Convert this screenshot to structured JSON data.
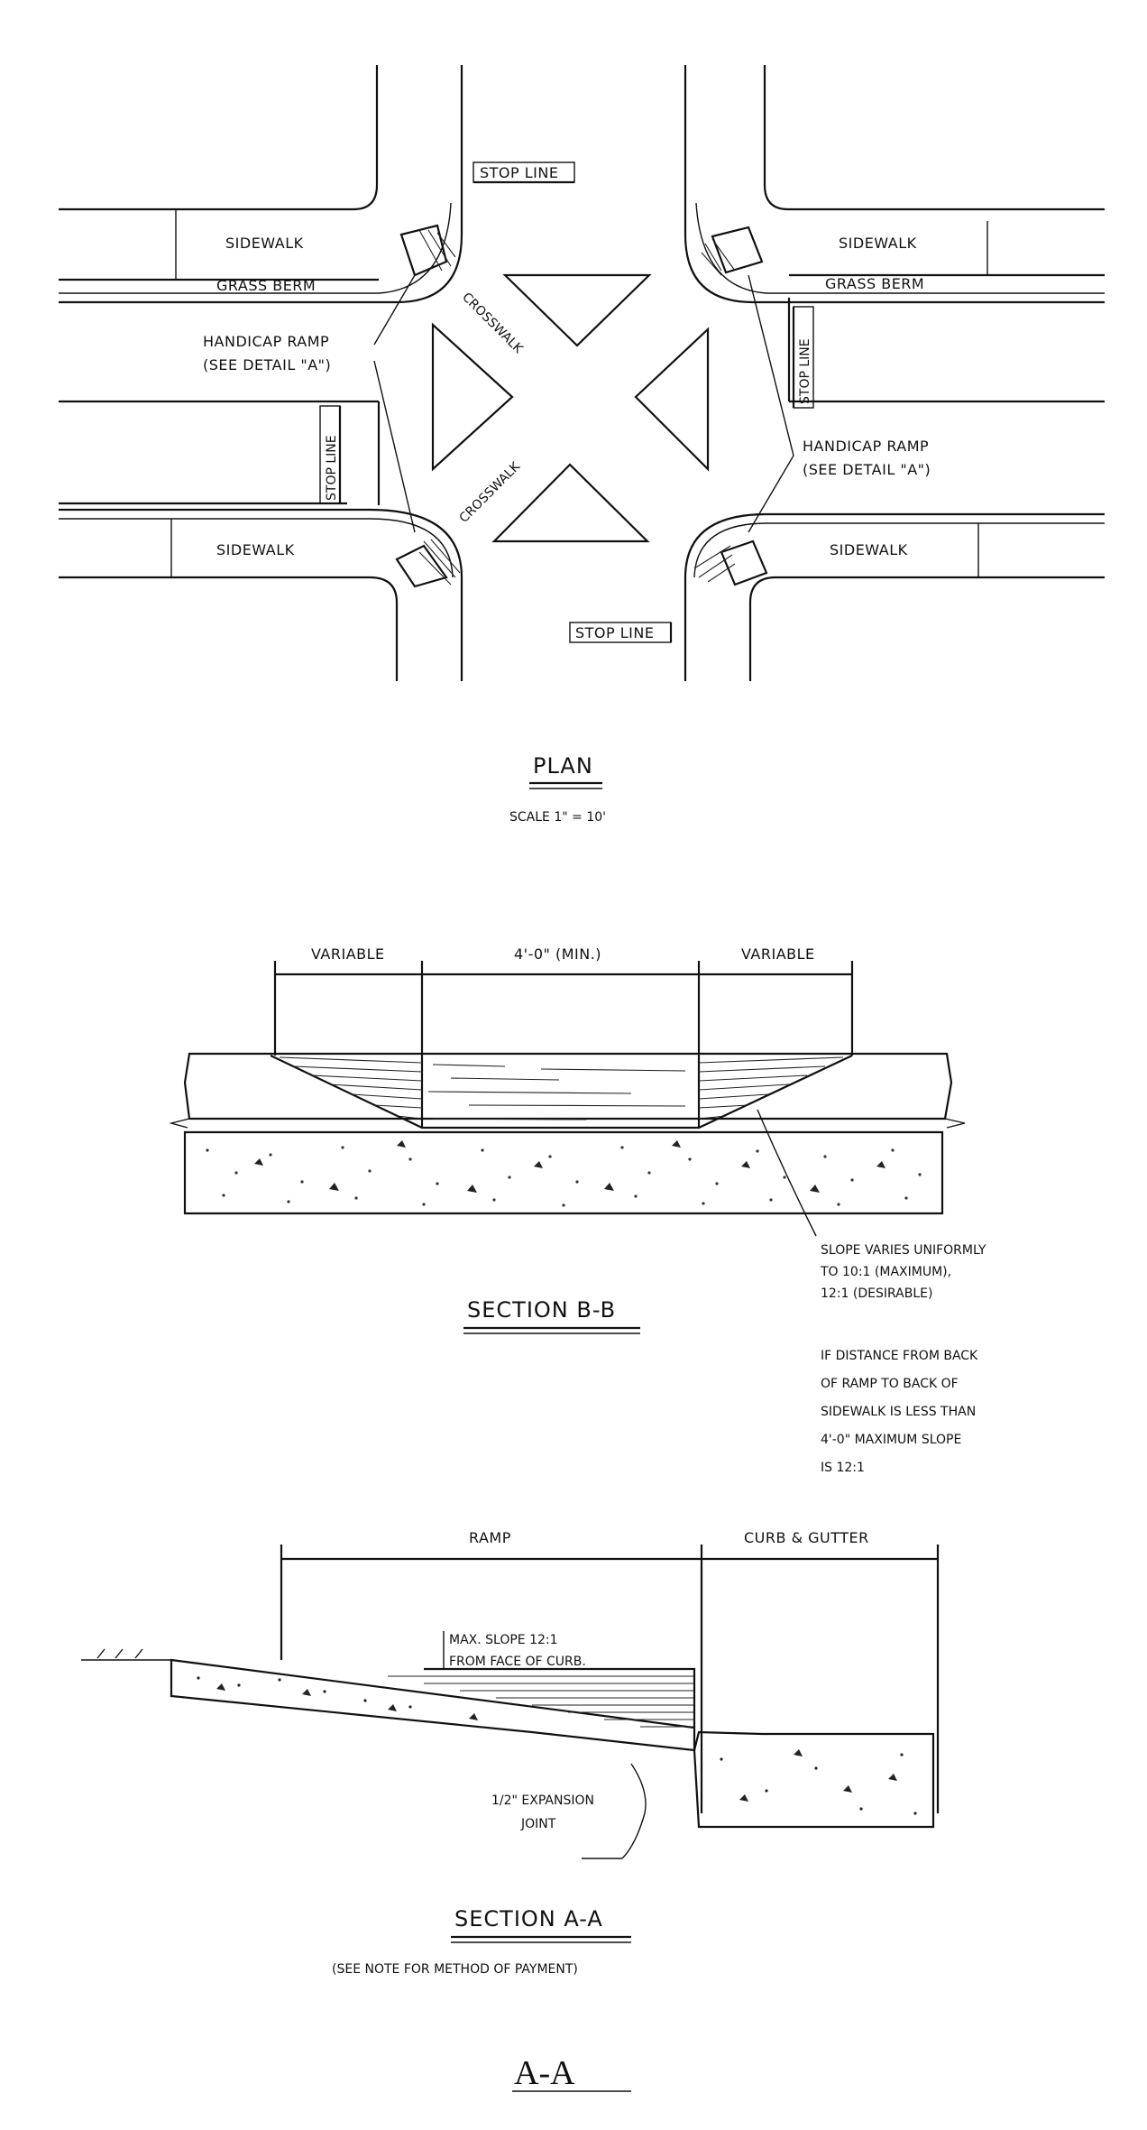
{
  "plan": {
    "title": "PLAN",
    "scale": "SCALE 1\" = 10'",
    "labels": {
      "stop_line_top": "STOP LINE",
      "stop_line_bottom": "STOP LINE",
      "stop_line_right": "STOP LINE",
      "stop_line_left": "STOP LINE",
      "sidewalk_nw": "SIDEWALK",
      "sidewalk_ne": "SIDEWALK",
      "sidewalk_sw": "SIDEWALK",
      "sidewalk_se": "SIDEWALK",
      "grass_berm_nw": "GRASS BERM",
      "grass_berm_ne": "GRASS BERM",
      "crosswalk_upper": "CROSSWALK",
      "crosswalk_lower": "CROSSWALK",
      "handicap_ramp_left_1": "HANDICAP RAMP",
      "handicap_ramp_left_2": "(SEE DETAIL \"A\")",
      "handicap_ramp_right_1": "HANDICAP RAMP",
      "handicap_ramp_right_2": "(SEE DETAIL \"A\")"
    }
  },
  "section_bb": {
    "title": "SECTION B-B",
    "dim_left": "VARIABLE",
    "dim_center": "4'-0\" (MIN.)",
    "dim_right": "VARIABLE",
    "slope_note": [
      "SLOPE VARIES UNIFORMLY",
      "TO 10:1 (MAXIMUM),",
      "12:1 (DESIRABLE)"
    ],
    "distance_note": [
      "IF DISTANCE FROM BACK",
      "OF RAMP TO BACK OF",
      "SIDEWALK IS LESS THAN",
      "4'-0\" MAXIMUM SLOPE",
      "IS 12:1"
    ]
  },
  "section_aa": {
    "title": "SECTION A-A",
    "subtitle": "(SEE NOTE FOR METHOD OF PAYMENT)",
    "dim_ramp": "RAMP",
    "dim_curb": "CURB & GUTTER",
    "max_slope_1": "MAX. SLOPE 12:1",
    "max_slope_2": "FROM FACE OF CURB.",
    "joint_1": "1/2\" EXPANSION",
    "joint_2": "JOINT"
  },
  "caption": "A-A"
}
